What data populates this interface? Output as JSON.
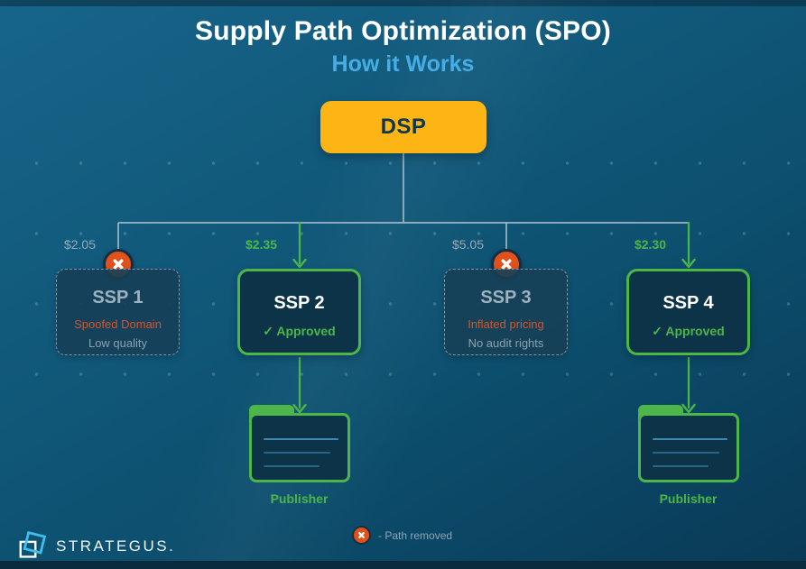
{
  "header": {
    "title": "Supply Path Optimization (SPO)",
    "subtitle": "How it Works"
  },
  "dsp_label": "DSP",
  "ssps": [
    {
      "name": "SSP 1",
      "price": "$2.05",
      "status": "rejected",
      "line1": "Spoofed Domain",
      "line2": "Low quality"
    },
    {
      "name": "SSP 2",
      "price": "$2.35",
      "status": "approved",
      "line1": "✓ Approved",
      "publisher": "Publisher"
    },
    {
      "name": "SSP 3",
      "price": "$5.05",
      "status": "rejected",
      "line1": "Inflated pricing",
      "line2": "No audit rights"
    },
    {
      "name": "SSP 4",
      "price": "$2.30",
      "status": "approved",
      "line1": "✓ Approved",
      "publisher": "Publisher"
    }
  ],
  "legend": {
    "path_removed_label": "- Path removed"
  },
  "footer": {
    "brand": "STRATEGUS."
  },
  "icons": {
    "removed_badge": "x-circle-icon",
    "publisher": "folder-icon",
    "brand_mark": "overlapping-squares-icon",
    "approved_mark": "checkmark"
  },
  "colors": {
    "background_top": "#17658a",
    "background_bottom": "#093a54",
    "dsp_yellow": "#fdb515",
    "approved_green": "#4cb748",
    "rejected_orange_text": "#d4552a",
    "removed_badge_fill": "#e0511c",
    "connector_grey": "#abc0ce",
    "subtitle_blue": "#45aee4",
    "muted_text_grey": "#97abb9",
    "box_navy": "#0c3347"
  }
}
